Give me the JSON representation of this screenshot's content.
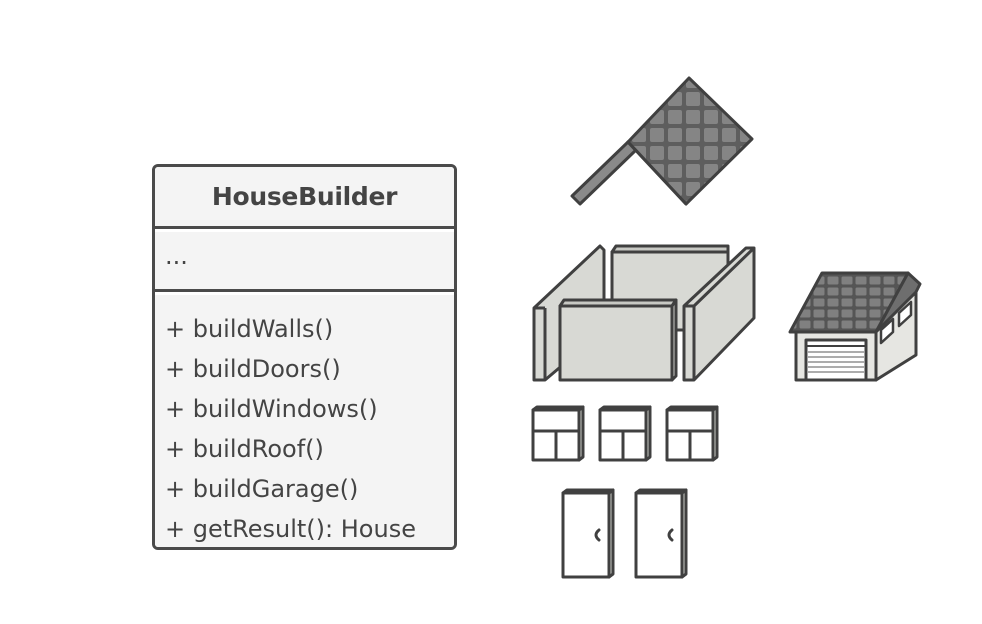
{
  "class_box": {
    "title": "HouseBuilder",
    "fields": "...",
    "methods": [
      "+ buildWalls()",
      "+ buildDoors()",
      "+ buildWindows()",
      "+ buildRoof()",
      "+ buildGarage()",
      "+ getResult(): House"
    ]
  },
  "colors": {
    "outline": "#4a4a4a",
    "box_fill": "#f4f4f4",
    "wall_fill": "#d8d9d4",
    "roof_fill": "#6b6b6b",
    "roof_tile": "#7a7a7a"
  },
  "illustrations": [
    "roof-icon",
    "walls-icon",
    "garage-icon",
    "window-icon",
    "door-icon"
  ]
}
